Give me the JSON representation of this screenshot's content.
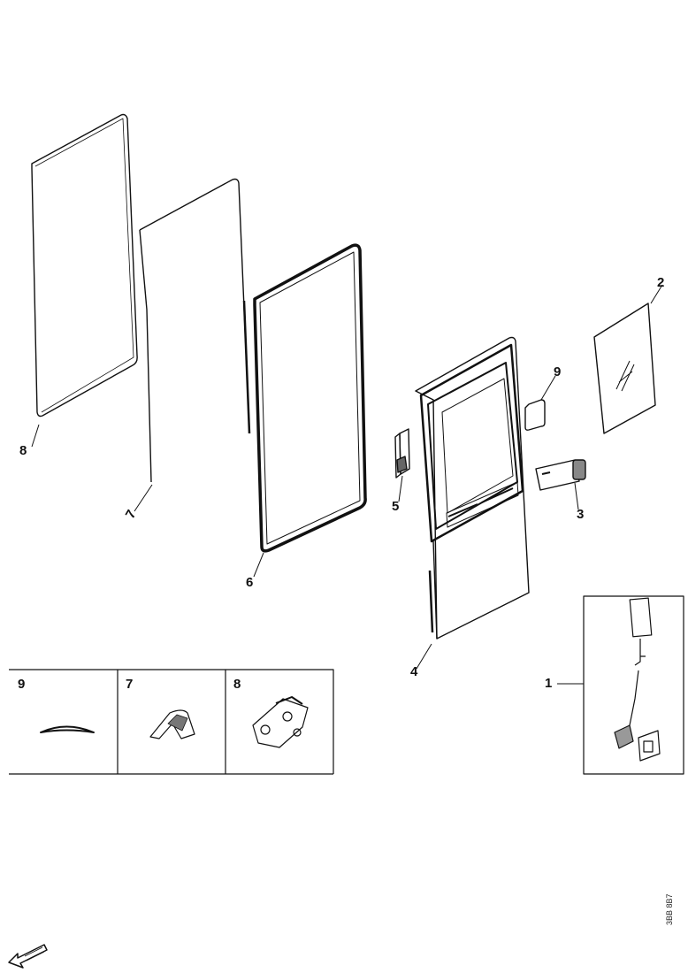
{
  "callouts": {
    "c1": "1",
    "c2": "2",
    "c3": "3",
    "c4": "4",
    "c5": "5",
    "c6": "6",
    "c7": "7",
    "c8": "8",
    "c9a": "9",
    "c9b": "9"
  },
  "inset_boxes": {
    "left": "9",
    "middle": "7",
    "right": "8"
  },
  "doc_id": "3BB 8B7"
}
